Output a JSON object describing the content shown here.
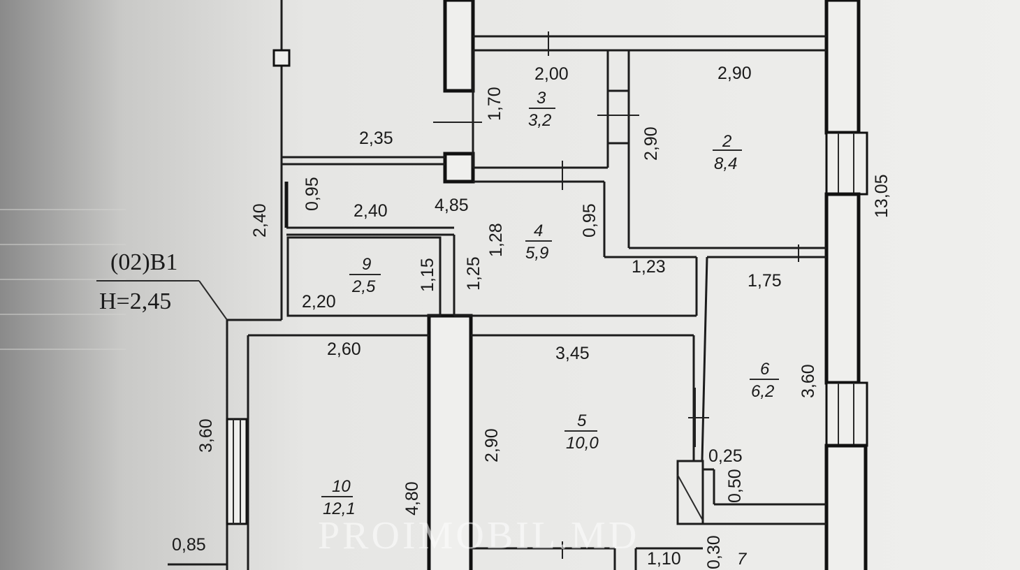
{
  "level": {
    "code": "(02)B1",
    "height": "H=2,45"
  },
  "rooms": [
    {
      "id": "room-3",
      "number": "3",
      "area": "3,2"
    },
    {
      "id": "room-2",
      "number": "2",
      "area": "8,4"
    },
    {
      "id": "room-4",
      "number": "4",
      "area": "5,9"
    },
    {
      "id": "room-9",
      "number": "9",
      "area": "2,5"
    },
    {
      "id": "room-6",
      "number": "6",
      "area": "6,2"
    },
    {
      "id": "room-5",
      "number": "5",
      "area": "10,0"
    },
    {
      "id": "room-10",
      "number": "10",
      "area": "12,1"
    },
    {
      "id": "room-7",
      "number": "7",
      "area": ""
    }
  ],
  "dimensions": [
    "2,00",
    "1,70",
    "2,90",
    "2,90",
    "2,35",
    "0,95",
    "4,85",
    "2,40",
    "2,40",
    "0,95",
    "1,28",
    "1,15",
    "1,25",
    "1,23",
    "2,20",
    "1,75",
    "13,05",
    "2,60",
    "3,45",
    "3,60",
    "3,60",
    "2,90",
    "4,80",
    "0,25",
    "0,50",
    "0,85",
    "0,30",
    "1,10"
  ],
  "watermark": "PROIMOBIL.MD"
}
